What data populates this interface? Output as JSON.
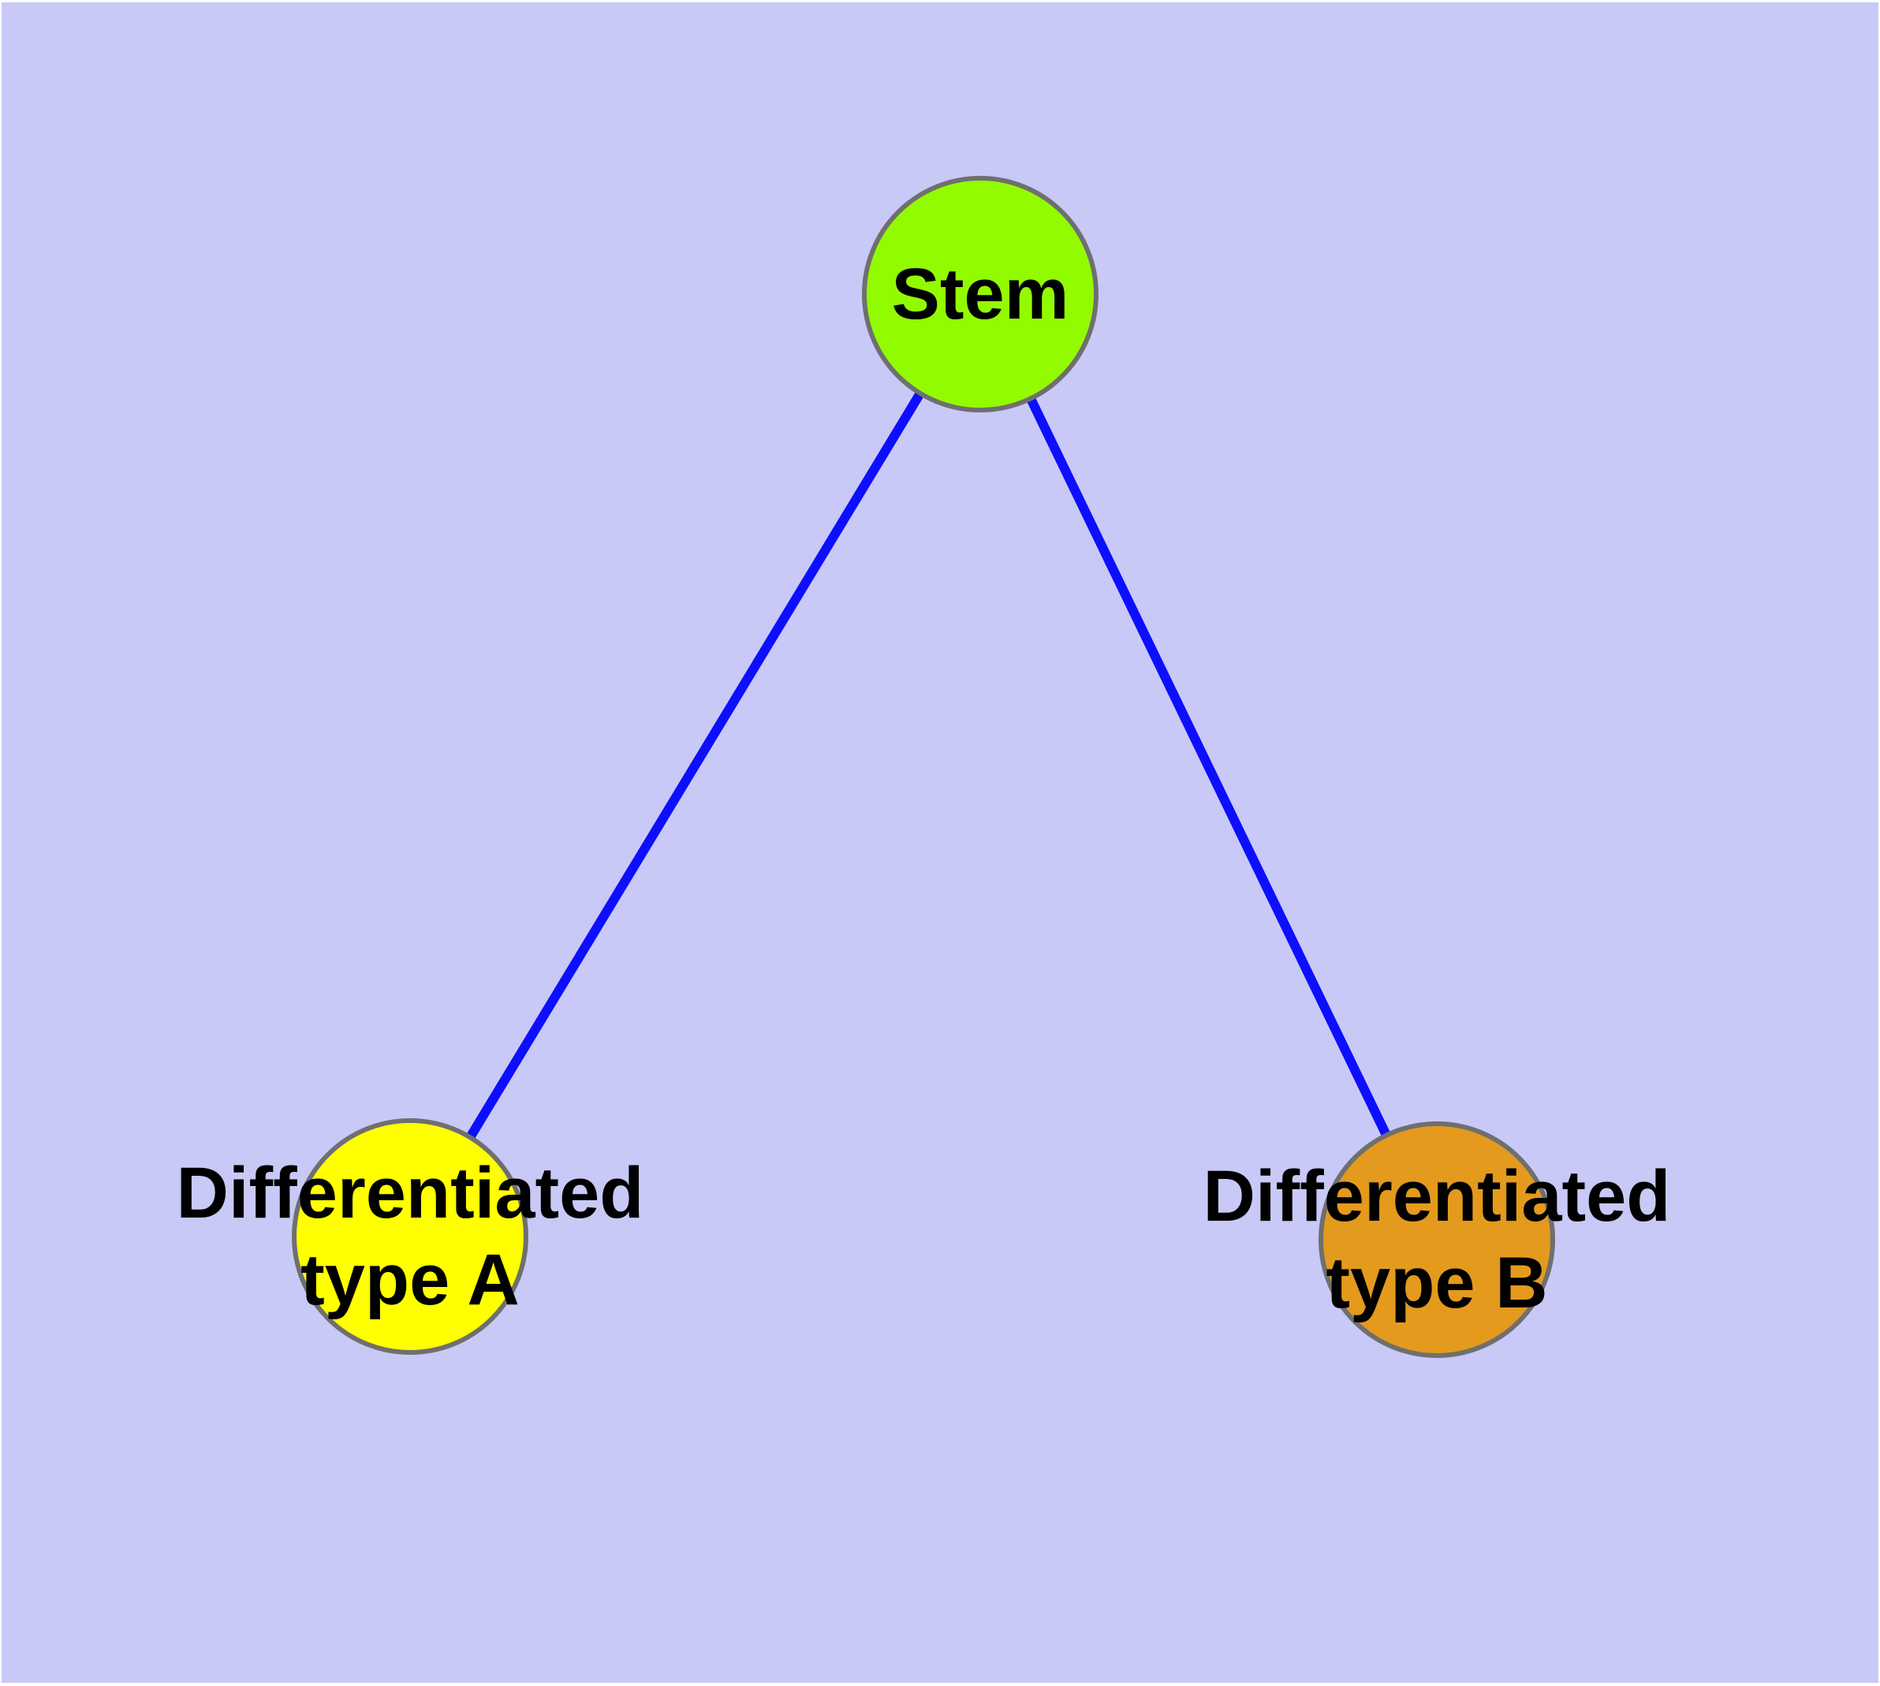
{
  "diagram": {
    "kind": "node-link-graph",
    "background_color": "#c9c9f7",
    "edge_color": "#0e0eff",
    "node_border_color": "#6f6f6f",
    "label_color": "#000000",
    "nodes": [
      {
        "id": "stem",
        "label": "Stem",
        "fill": "#93fb00"
      },
      {
        "id": "differentiated-type-a",
        "label": "Differentiated\ntype A",
        "fill": "#ffff00"
      },
      {
        "id": "differentiated-type-b",
        "label": "Differentiated\ntype B",
        "fill": "#e49a1d"
      }
    ],
    "edges": [
      {
        "from": "stem",
        "to": "differentiated-type-a"
      },
      {
        "from": "stem",
        "to": "differentiated-type-b"
      }
    ]
  }
}
